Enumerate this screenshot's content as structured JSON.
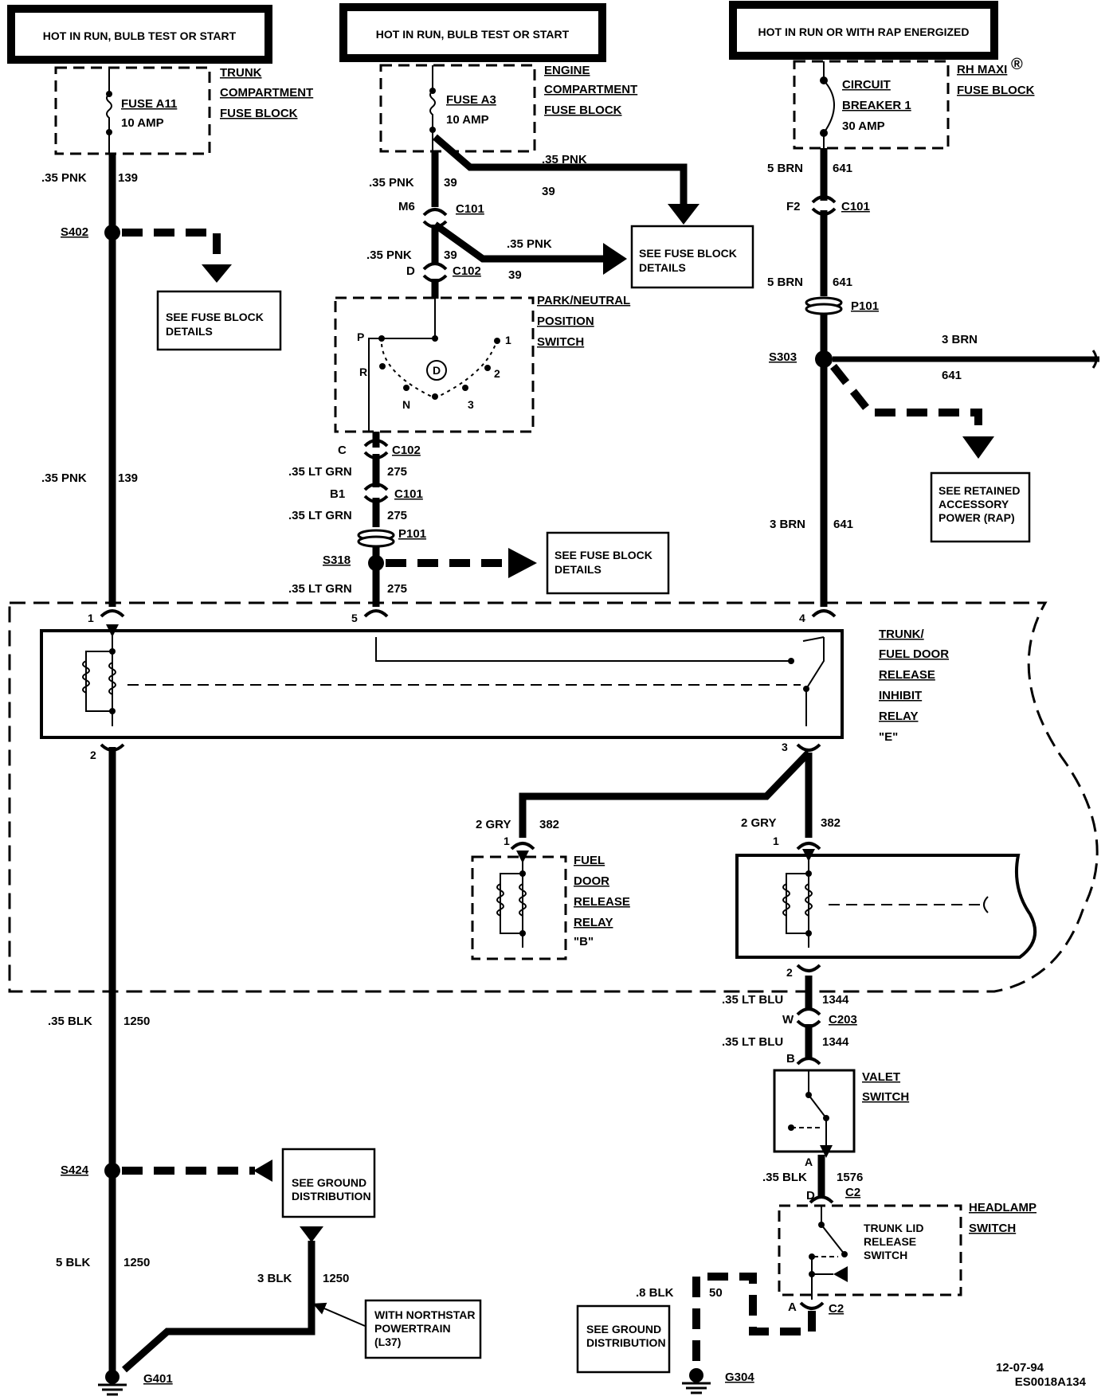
{
  "power": {
    "left": "HOT IN RUN, BULB TEST OR START",
    "middle": "HOT IN RUN, BULB TEST OR START",
    "right": "HOT IN RUN OR WITH RAP ENERGIZED"
  },
  "fuse_blocks": {
    "trunk": {
      "name": [
        "TRUNK",
        "COMPARTMENT",
        "FUSE BLOCK"
      ],
      "fuse": "FUSE A11",
      "rating": "10 AMP"
    },
    "engine": {
      "name": [
        "ENGINE",
        "COMPARTMENT",
        "FUSE BLOCK"
      ],
      "fuse": "FUSE A3",
      "rating": "10 AMP"
    },
    "rh_maxi": {
      "name": [
        "RH MAXI",
        "FUSE BLOCK"
      ],
      "reg": "®",
      "breaker": [
        "CIRCUIT",
        "BREAKER 1",
        "30 AMP"
      ]
    }
  },
  "wires": {
    "w139_a": {
      "gauge": ".35 PNK",
      "circuit": "139"
    },
    "w139_b": {
      "gauge": ".35 PNK",
      "circuit": "139"
    },
    "w39_a": {
      "gauge": ".35 PNK",
      "circuit": "39"
    },
    "w39_b": {
      "gauge": ".35 PNK",
      "circuit": "39"
    },
    "w39_branch1": {
      "gauge": ".35 PNK",
      "circuit": "39"
    },
    "w39_branch2": {
      "gauge": ".35 PNK",
      "circuit": "39"
    },
    "w275_a": {
      "gauge": ".35 LT GRN",
      "circuit": "275"
    },
    "w275_b": {
      "gauge": ".35 LT GRN",
      "circuit": "275"
    },
    "w275_c": {
      "gauge": ".35 LT GRN",
      "circuit": "275"
    },
    "w641_a": {
      "gauge": "5 BRN",
      "circuit": "641"
    },
    "w641_b": {
      "gauge": "5 BRN",
      "circuit": "641"
    },
    "w641_branch": {
      "gauge": "3 BRN",
      "circuit": "641"
    },
    "w641_c": {
      "gauge": "3 BRN",
      "circuit": "641"
    },
    "w382_a": {
      "gauge": "2 GRY",
      "circuit": "382"
    },
    "w382_b": {
      "gauge": "2 GRY",
      "circuit": "382"
    },
    "w1250_a": {
      "gauge": ".35 BLK",
      "circuit": "1250"
    },
    "w1250_b": {
      "gauge": "5 BLK",
      "circuit": "1250"
    },
    "w1250_c": {
      "gauge": "3 BLK",
      "circuit": "1250"
    },
    "w1344_a": {
      "gauge": ".35 LT BLU",
      "circuit": "1344"
    },
    "w1344_b": {
      "gauge": ".35 LT BLU",
      "circuit": "1344"
    },
    "w1576": {
      "gauge": ".35 BLK",
      "circuit": "1576"
    },
    "w50": {
      "gauge": ".8 BLK",
      "circuit": "50"
    }
  },
  "connectors": {
    "c101_m6": {
      "pin": "M6",
      "name": "C101"
    },
    "c102_d": {
      "pin": "D",
      "name": "C102"
    },
    "c101_f2": {
      "pin": "F2",
      "name": "C101"
    },
    "p101_right": {
      "name": "P101"
    },
    "c102_c": {
      "pin": "C",
      "name": "C102"
    },
    "c101_b1": {
      "pin": "B1",
      "name": "C101"
    },
    "p101_mid": {
      "name": "P101"
    },
    "c203": {
      "pin": "W",
      "name": "C203"
    },
    "valet_b": {
      "pin": "B"
    },
    "valet_a": {
      "pin": "A"
    },
    "c2_d": {
      "pin": "D",
      "name": "C2"
    },
    "c2_a": {
      "pin": "A",
      "name": "C2"
    }
  },
  "splices": {
    "s402": "S402",
    "s303": "S303",
    "s318": "S318",
    "s424": "S424"
  },
  "grounds": {
    "g401": "G401",
    "g304": "G304"
  },
  "boxes": {
    "fuse_details_1": [
      "SEE FUSE BLOCK",
      "DETAILS"
    ],
    "fuse_details_2": [
      "SEE FUSE BLOCK",
      "DETAILS"
    ],
    "fuse_details_3": [
      "SEE FUSE BLOCK",
      "DETAILS"
    ],
    "rap": [
      "SEE RETAINED",
      "ACCESSORY",
      "POWER (RAP)"
    ],
    "ground_dist_1": [
      "SEE GROUND",
      "DISTRIBUTION"
    ],
    "ground_dist_2": [
      "SEE GROUND",
      "DISTRIBUTION"
    ],
    "northstar": [
      "WITH NORTHSTAR",
      "POWERTRAIN",
      "(L37)"
    ]
  },
  "components": {
    "pn_switch": {
      "name": [
        "PARK/NEUTRAL",
        "POSITION",
        "SWITCH"
      ],
      "positions": [
        "P",
        "R",
        "N",
        "D",
        "3",
        "2",
        "1"
      ]
    },
    "inhibit_relay": {
      "name": [
        "TRUNK/",
        "FUEL DOOR",
        "RELEASE",
        "INHIBIT",
        "RELAY",
        "\"E\""
      ],
      "pins": [
        "1",
        "5",
        "4",
        "2",
        "3"
      ]
    },
    "fuel_door_relay": {
      "name": [
        "FUEL",
        "DOOR",
        "RELEASE",
        "RELAY",
        "\"B\""
      ],
      "pin": "1"
    },
    "trunk_relay": {
      "pins": [
        "1",
        "2"
      ]
    },
    "valet_switch": {
      "name": [
        "VALET",
        "SWITCH"
      ]
    },
    "headlamp_switch": {
      "name": [
        "HEADLAMP",
        "SWITCH"
      ],
      "inner": [
        "TRUNK LID",
        "RELEASE",
        "SWITCH"
      ]
    }
  },
  "footer": {
    "date": "12-07-94",
    "code": "ES0018A134"
  }
}
